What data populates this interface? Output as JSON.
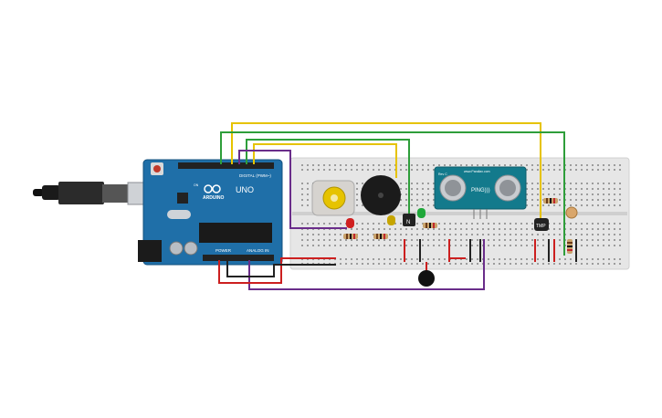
{
  "arduino": {
    "logo_text": "ARDUINO",
    "model": "UNO",
    "digital_header": "DIGITAL (PWM~)",
    "power_header": "POWER",
    "analog_header": "ANALOG IN",
    "on_label": "ON"
  },
  "ultrasonic": {
    "label": "PING)))",
    "top_text": "www.Parallax.com",
    "rev_text": "Rev C"
  },
  "sensors": {
    "temp_label": "TMP"
  },
  "transistor": {
    "label": "N"
  },
  "colors": {
    "wire_yellow": "#e6c300",
    "wire_green": "#2e9e3a",
    "wire_purple": "#6a2d8a",
    "wire_red": "#cc1f1f",
    "wire_black": "#222222",
    "board_blue": "#1f6fa8",
    "breadboard": "#e6e6e6"
  }
}
